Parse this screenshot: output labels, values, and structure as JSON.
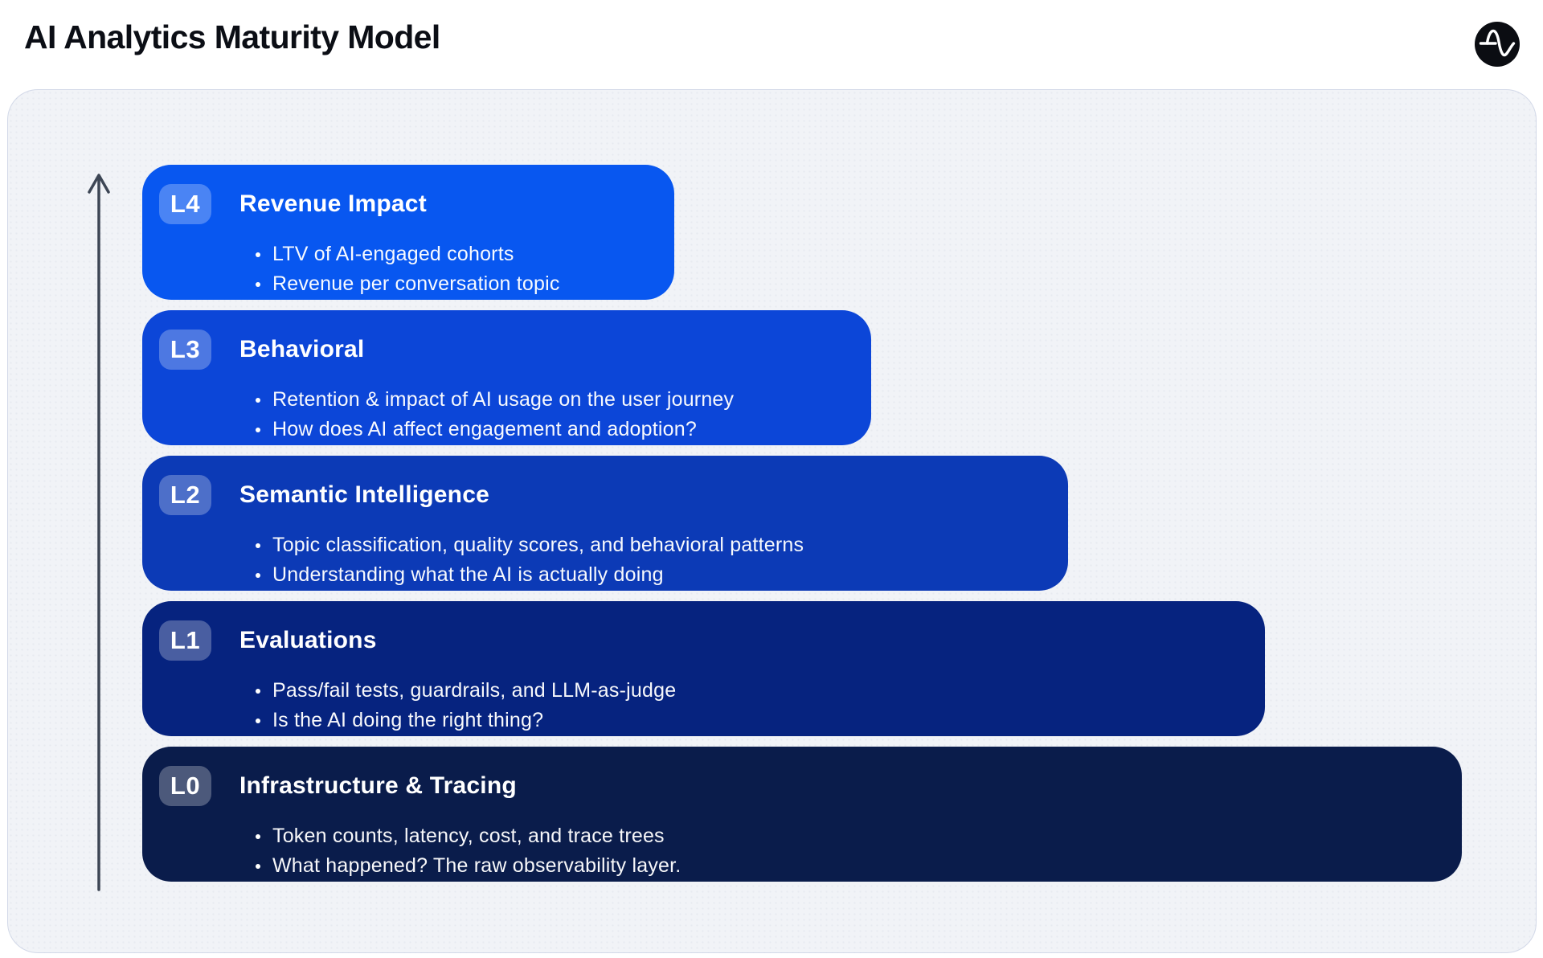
{
  "header": {
    "title": "AI Analytics Maturity Model"
  },
  "icons": {
    "logo": "amplitude-logo-icon",
    "axis_arrow": "up-arrow-icon"
  },
  "colors": {
    "page_bg": "#FFFFFF",
    "panel_bg": "#F1F3F7",
    "title_text": "#0B0E15",
    "arrow": "#3D4655",
    "bar_text": "#FFFFFF",
    "badge_bg": "rgba(255,255,255,0.27)",
    "logo_bg": "#0B0D12"
  },
  "levels": [
    {
      "badge": "L4",
      "title": "Revenue Impact",
      "bullets": [
        "LTV of AI-engaged cohorts",
        "Revenue per conversation topic"
      ],
      "color": "#0857F0"
    },
    {
      "badge": "L3",
      "title": "Behavioral",
      "bullets": [
        "Retention & impact of AI usage on the user journey",
        "How does AI affect engagement and adoption?"
      ],
      "color": "#0C46D8"
    },
    {
      "badge": "L2",
      "title": "Semantic Intelligence",
      "bullets": [
        "Topic classification, quality scores, and behavioral patterns",
        "Understanding what the AI is actually doing"
      ],
      "color": "#0C3AB6"
    },
    {
      "badge": "L1",
      "title": "Evaluations",
      "bullets": [
        "Pass/fail tests, guardrails, and LLM-as-judge",
        "Is the AI doing the right thing?"
      ],
      "color": "#06237F"
    },
    {
      "badge": "L0",
      "title": "Infrastructure & Tracing",
      "bullets": [
        "Token counts, latency, cost, and trace trees",
        "What happened? The raw observability layer."
      ],
      "color": "#0A1C4B"
    }
  ]
}
